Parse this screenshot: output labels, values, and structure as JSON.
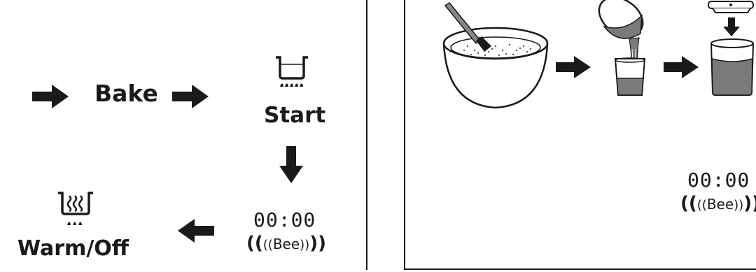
{
  "left": {
    "bake_label": "Bake",
    "start_label": "Start",
    "warm_label": "Warm/Off",
    "timer_text": "00:00",
    "beep_text": "Bee"
  },
  "right": {
    "timer_text": "00:00",
    "beep_text": "Bee"
  },
  "icons": [
    "arrow-right-icon",
    "pot-burner-icon",
    "arrow-down-icon",
    "arrow-left-icon",
    "steaming-pot-burner-icon",
    "mixing-bowl-icon",
    "pouring-bowl-icon",
    "cup-icon",
    "blender-jar-icon",
    "lid-icon"
  ],
  "colors": {
    "ink": "#1a1a1a",
    "liquid": "#7a7a7a",
    "paper": "#ffffff"
  }
}
